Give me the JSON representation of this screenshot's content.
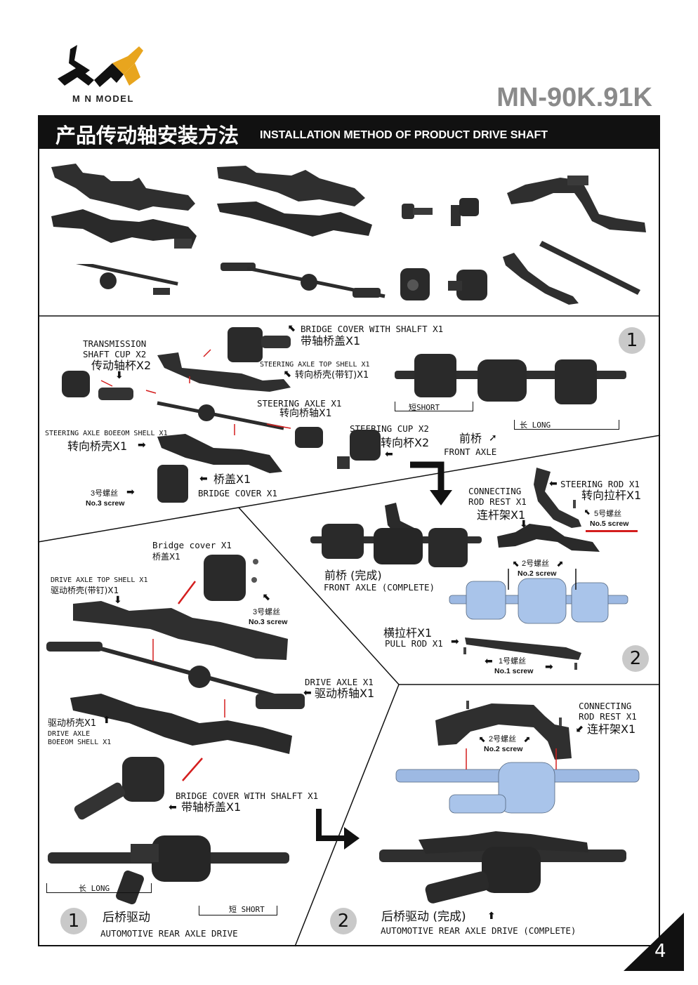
{
  "header": {
    "brand": "M N MODEL",
    "model_code": "MN-90K.91K",
    "title_cn": "产品传动轴安装方法",
    "title_en": "INSTALLATION METHOD OF PRODUCT DRIVE SHAFT"
  },
  "front_step1": {
    "step": "1",
    "transmission_cup_en": "TRANSMISSION\nSHAFT CUP X2",
    "transmission_cup_cn": "传动轴杯X2",
    "bridge_cover_shaft_en": "BRIDGE COVER WITH SHALFT X1",
    "bridge_cover_shaft_cn": "带轴桥盖X1",
    "steering_top_en": "STEERING AXLE TOP SHELL X1",
    "steering_top_cn": "转向桥壳(带钉)X1",
    "steering_axle_en": "STEERING AXLE X1",
    "steering_axle_cn": "转向桥轴X1",
    "steering_cup_en": "STEERING CUP X2",
    "steering_cup_cn": "转向杯X2",
    "steering_bottom_en": "STEERING AXLE BOEEOM SHELL X1",
    "steering_bottom_cn": "转向桥壳X1",
    "bridge_cover_cn": "桥盖X1",
    "bridge_cover_en": "BRIDGE COVER X1",
    "screw3_cn": "3号螺丝",
    "screw3_en": "No.3 screw",
    "short_cn": "短",
    "short_en": "SHORT",
    "long_cn": "长",
    "long_en": "LONG",
    "front_axle_cn": "前桥",
    "front_axle_en": "FRONT AXLE"
  },
  "front_step2": {
    "step": "2",
    "connecting_rest_en": "CONNECTING\nROD REST X1",
    "connecting_rest_cn": "连杆架X1",
    "steering_rod_en": "STEERING ROD X1",
    "steering_rod_cn": "转向拉杆X1",
    "screw5_cn": "5号螺丝",
    "screw5_en": "No.5 screw",
    "screw2_cn": "2号螺丝",
    "screw2_en": "No.2 screw",
    "front_complete_cn": "前桥 (完成)",
    "front_complete_en": "FRONT AXLE (COMPLETE)",
    "pull_rod_cn": "横拉杆X1",
    "pull_rod_en": "PULL ROD X1",
    "screw1_cn": "1号螺丝",
    "screw1_en": "No.1 screw"
  },
  "rear_step1": {
    "step": "1",
    "bridge_cover_en": "Bridge cover X1",
    "bridge_cover_cn": "桥盖X1",
    "drive_top_en": "DRIVE AXLE TOP SHELL X1",
    "drive_top_cn": "驱动桥壳(带钉)X1",
    "screw3_cn": "3号螺丝",
    "screw3_en": "No.3 screw",
    "drive_axle_en": "DRIVE AXLE X1",
    "drive_axle_cn": "驱动桥轴X1",
    "drive_bottom_cn": "驱动桥壳X1",
    "drive_bottom_en": "DRIVE AXLE\nBOEEOM SHELL X1",
    "bridge_cover_shaft_en": "BRIDGE COVER WITH SHALFT X1",
    "bridge_cover_shaft_cn": "带轴桥盖X1",
    "long_cn": "长",
    "long_en": "LONG",
    "short_cn": "短",
    "short_en": "SHORT",
    "rear_drive_cn": "后桥驱动",
    "rear_drive_en": "AUTOMOTIVE REAR AXLE DRIVE"
  },
  "rear_step2": {
    "step": "2",
    "connecting_rest_en": "CONNECTING\nROD REST X1",
    "connecting_rest_cn": "连杆架X1",
    "screw2_cn": "2号螺丝",
    "screw2_en": "No.2 screw",
    "rear_complete_cn": "后桥驱动 (完成)",
    "rear_complete_en": "AUTOMOTIVE REAR AXLE DRIVE (COMPLETE)"
  },
  "page_number": "4",
  "colors": {
    "part_dark": "#2b2b2b",
    "part_blue": "#a9c4ea",
    "logo_gold": "#e8a51e",
    "arrow_red": "#d41e1e",
    "step_circle": "#c9c9c9"
  }
}
